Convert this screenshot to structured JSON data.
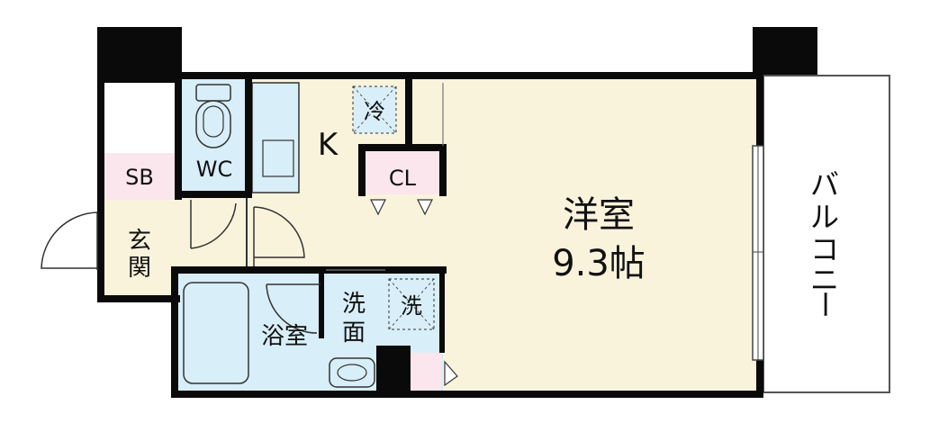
{
  "rooms": {
    "western_room": {
      "name": "洋室",
      "size": "9.3帖"
    },
    "kitchen": "K",
    "storage_box": "SB",
    "toilet": "WC",
    "closet": "CL",
    "entrance": [
      "玄",
      "関"
    ],
    "bathroom": "浴室",
    "washroom": [
      "洗",
      "面"
    ],
    "washer_space": "洗",
    "fridge_space": "冷",
    "balcony": [
      "バ",
      "ル",
      "コ",
      "ニ",
      "ー"
    ]
  },
  "colors": {
    "floor": "#faf3dc",
    "water_area": "#d8eef8",
    "storage": "#fae6ec",
    "wall": "#0a0a0a"
  }
}
